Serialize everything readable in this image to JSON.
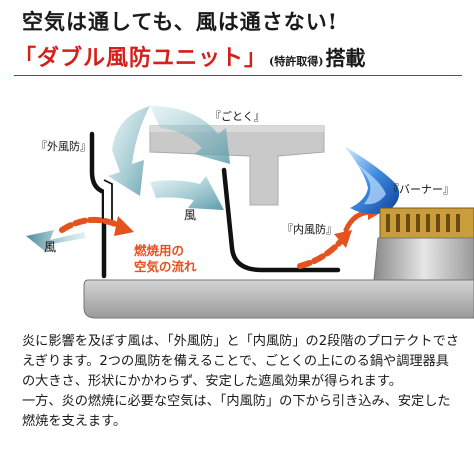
{
  "headline": "空気は通しても、風は通さない!",
  "feature": {
    "name": "「ダブル風防ユニット」",
    "patent_note": "(特許取得)",
    "suffix": "搭載"
  },
  "diagram": {
    "labels": {
      "outer_windscreen": "『外風防』",
      "trivet": "『ごとく』",
      "inner_windscreen": "『内風防』",
      "burner": "『バーナー』",
      "wind_left": "風",
      "wind_center": "風",
      "airflow_line1": "燃焼用の",
      "airflow_line2": "空気の流れ"
    },
    "colors": {
      "airflow_arrow": "#e4521e",
      "wind_arrow": "#5b9aa8",
      "metal_gray": "#bcbcbc",
      "flame_blue": "#1f6fd1",
      "burner_gold": "#c99c3c"
    }
  },
  "description": {
    "paragraph1": "炎に影響を及ぼす風は、「外風防」と「内風防」の2段階のプロテクトでさえぎります。2つの風防を備えることで、ごとくの上にのる鍋や調理器具の大きさ、形状にかかわらず、安定した遮風効果が得られます。",
    "paragraph2": "一方、炎の燃焼に必要な空気は、「内風防」の下から引き込み、安定した燃焼を支えます。"
  }
}
